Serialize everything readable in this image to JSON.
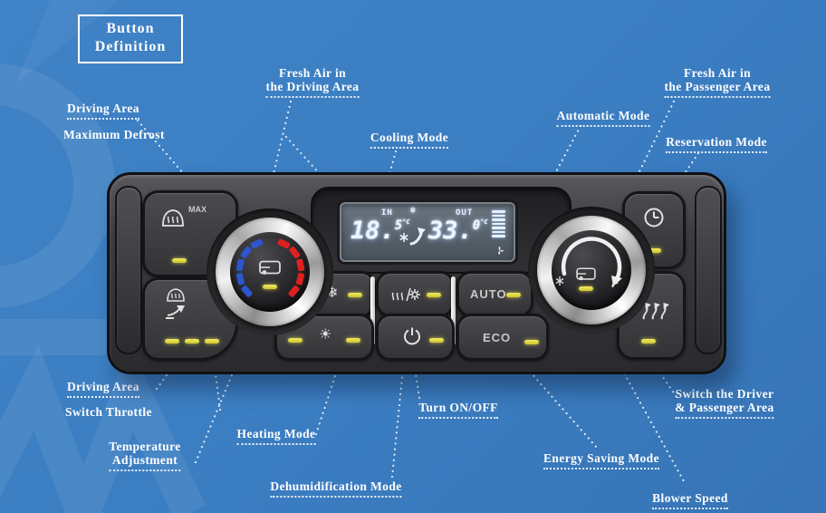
{
  "title": {
    "line1": "Button",
    "line2": "Definition"
  },
  "labels": {
    "driving_area_top": "Driving Area",
    "maximum_defrost": "Maximum Defrost",
    "fresh_air_driving_1": "Fresh Air in",
    "fresh_air_driving_2": "the Driving Area",
    "cooling_mode": "Cooling Mode",
    "automatic_mode": "Automatic Mode",
    "fresh_air_passenger_1": "Fresh Air in",
    "fresh_air_passenger_2": "the Passenger Area",
    "reservation_mode": "Reservation Mode",
    "driving_area_bottom": "Driving Area",
    "switch_throttle": "Switch Throttle",
    "temperature_adjustment_1": "Temperature",
    "temperature_adjustment_2": "Adjustment",
    "heating_mode": "Heating Mode",
    "dehumidification_mode": "Dehumidification Mode",
    "turn_on_off": "Turn ON/OFF",
    "energy_saving_mode": "Energy Saving Mode",
    "switch_driver_passenger_1": "Switch the Driver",
    "switch_driver_passenger_2": "& Passenger Area",
    "blower_speed": "Blower Speed"
  },
  "panel": {
    "max_defrost_tag": "MAX",
    "auto_button": "AUTO",
    "eco_button": "ECO",
    "icons": {
      "cooling_glyph": "❄",
      "heating_glyph": "☀",
      "display_snowflake_glyph": "❄"
    },
    "display": {
      "in_label": "IN",
      "in_value_main": "18.",
      "in_value_decimal": "5",
      "in_unit": "°C",
      "out_label": "OUT",
      "out_value_main": "33.",
      "out_value_decimal": "0",
      "out_unit": "°C",
      "fan_bar_count": 7
    }
  },
  "colors": {
    "background_blue": "#3b7dc1",
    "led_yellow": "#ded549",
    "temp_cold": "#2d55d0",
    "temp_hot": "#df2020",
    "display_glow": "#dceaff"
  }
}
